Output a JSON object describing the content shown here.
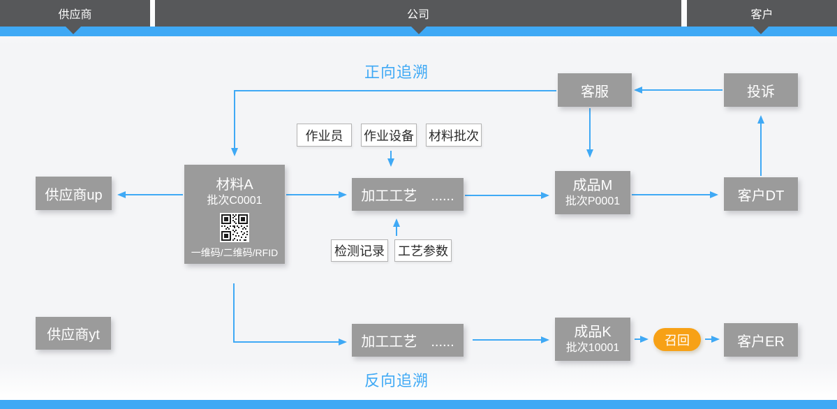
{
  "header": {
    "segments": [
      {
        "label": "供应商"
      },
      {
        "label": "公司"
      },
      {
        "label": "客户"
      }
    ]
  },
  "titles": {
    "forward": "正向追溯",
    "backward": "反向追溯"
  },
  "tags": {
    "operator": "作业员",
    "equipment": "作业设备",
    "material_batch": "材料批次",
    "inspection_record": "检测记录",
    "process_params": "工艺参数"
  },
  "nodes": {
    "customer_service": {
      "label": "客服"
    },
    "complaint": {
      "label": "投诉"
    },
    "supplier_up": {
      "label": "供应商up"
    },
    "supplier_yt": {
      "label": "供应商yt"
    },
    "material_a": {
      "name": "材料A",
      "batch": "批次C0001",
      "codes": "一维码/二维码/RFID",
      "icon": "qr-code-icon"
    },
    "process_top": {
      "label": "加工工艺　......"
    },
    "process_bottom": {
      "label": "加工工艺　......"
    },
    "product_m": {
      "name": "成品M",
      "batch": "批次P0001"
    },
    "customer_dt": {
      "label": "客户DT"
    },
    "product_k": {
      "name": "成品K",
      "batch": "批次10001"
    },
    "recall": {
      "label": "召回"
    },
    "customer_er": {
      "label": "客户ER"
    }
  },
  "colors": {
    "accent_blue": "#3fa9f5",
    "bar_dark": "#57585a",
    "node_gray": "#9b9b9b",
    "recall_orange": "#f7a116",
    "background": "#f4f5f7"
  }
}
